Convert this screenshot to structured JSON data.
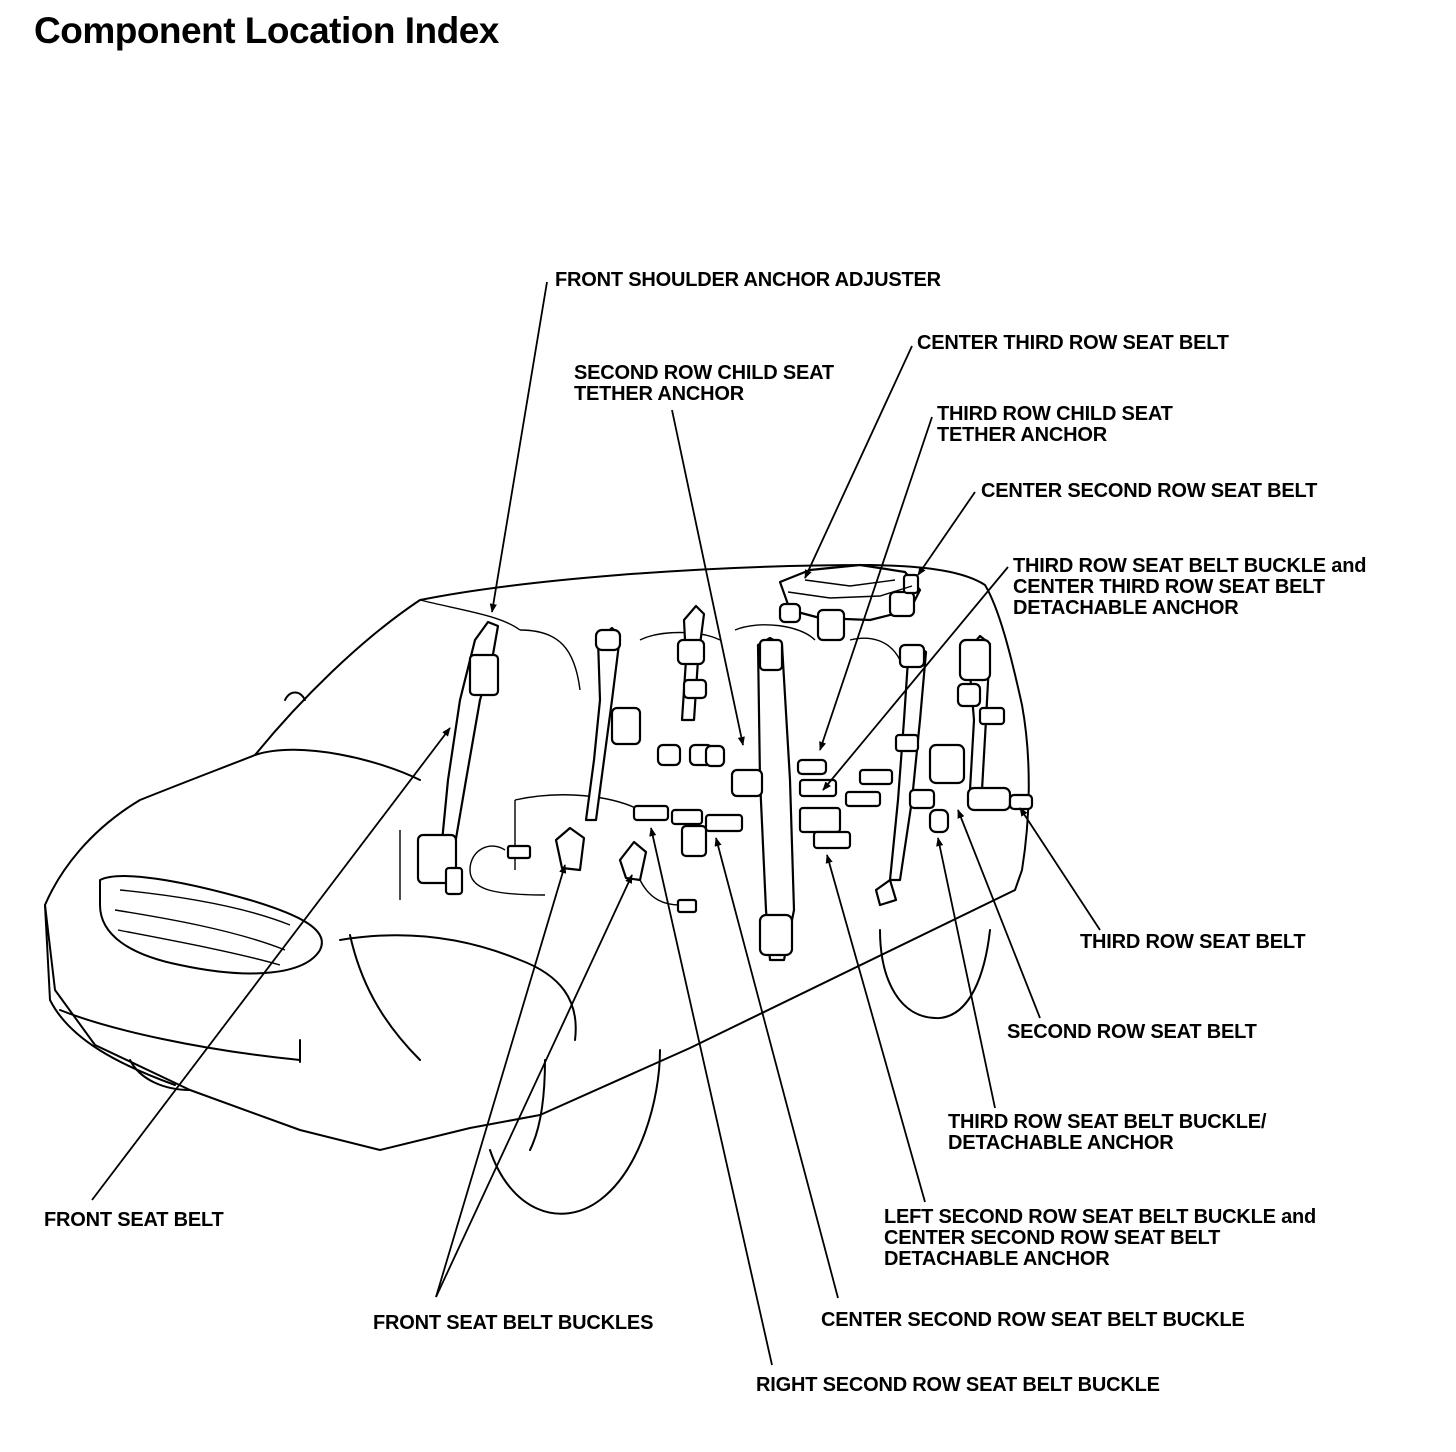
{
  "page_title": "Component Location Index",
  "labels": {
    "front_shoulder_anchor_adjuster": "FRONT SHOULDER ANCHOR ADJUSTER",
    "center_third_row_seat_belt": "CENTER THIRD ROW SEAT BELT",
    "second_row_child_seat_tether_anchor": [
      "SECOND ROW CHILD SEAT",
      "TETHER ANCHOR"
    ],
    "third_row_child_seat_tether_anchor": [
      "THIRD ROW CHILD SEAT",
      "TETHER ANCHOR"
    ],
    "center_second_row_seat_belt": "CENTER SECOND ROW SEAT BELT",
    "third_row_buckle_and_center_third_row_anchor": [
      "THIRD ROW SEAT BELT BUCKLE and",
      "CENTER THIRD ROW SEAT BELT",
      "DETACHABLE ANCHOR"
    ],
    "third_row_seat_belt": "THIRD ROW SEAT BELT",
    "second_row_seat_belt": "SECOND ROW SEAT BELT",
    "third_row_buckle_detachable_anchor": [
      "THIRD ROW SEAT BELT BUCKLE/",
      "DETACHABLE ANCHOR"
    ],
    "front_seat_belt": "FRONT SEAT BELT",
    "left_second_row_buckle_and_center_second_row_anchor": [
      "LEFT SECOND ROW SEAT BELT BUCKLE and",
      "CENTER SECOND ROW SEAT BELT",
      "DETACHABLE ANCHOR"
    ],
    "front_seat_belt_buckles": "FRONT SEAT BELT BUCKLES",
    "center_second_row_seat_belt_buckle": "CENTER SECOND ROW SEAT BELT BUCKLE",
    "right_second_row_seat_belt_buckle": "RIGHT SECOND ROW SEAT BELT BUCKLE"
  }
}
